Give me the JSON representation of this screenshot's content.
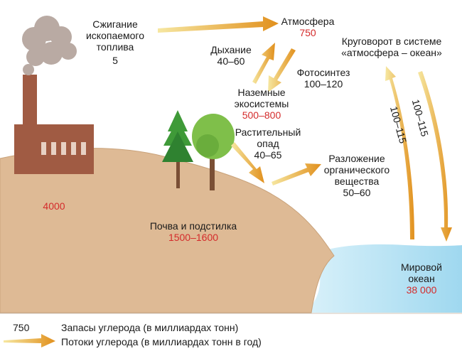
{
  "colors": {
    "soil": "#deba95",
    "soil_edge": "#c9a27a",
    "ocean": "#b8e4f4",
    "factory": "#a05b43",
    "smoke": "#b9aaa3",
    "arrow_light": "#f6e7a1",
    "arrow_dark": "#e1901d",
    "stock_red": "#d42b2b"
  },
  "labels": {
    "fossil": {
      "lines": [
        "Сжигание",
        "ископаемого",
        "топлива"
      ],
      "value": "5"
    },
    "atmosphere": {
      "name": "Атмосфера",
      "value": "750"
    },
    "respiration": {
      "lines": [
        "Дыхание",
        "40–60"
      ]
    },
    "photosynthesis": {
      "lines": [
        "Фотосинтез",
        "100–120"
      ]
    },
    "land_ecosystems": {
      "lines": [
        "Наземные",
        "экосистемы"
      ],
      "value": "500–800"
    },
    "litter": {
      "lines": [
        "Растительный",
        "опад",
        "40–65"
      ]
    },
    "decomposition": {
      "lines": [
        "Разложение",
        "органического",
        "вещества",
        "50–60"
      ]
    },
    "exchange": {
      "lines": [
        "Круговорот в системе",
        "«атмосфера – океан»"
      ]
    },
    "ocean_down": "100–115",
    "ocean_up": "100–115",
    "fossil_stock": "4000",
    "soil": {
      "name": "Почва и подстилка",
      "value": "1500–1600"
    },
    "ocean": {
      "lines": [
        "Мировой",
        "океан"
      ],
      "value": "38 000"
    }
  },
  "legend": {
    "stock_sample": "750",
    "stock_text": "Запасы углерода (в миллиардах тонн)",
    "flow_text": "Потоки углерода (в миллиардах тонн в год)"
  }
}
